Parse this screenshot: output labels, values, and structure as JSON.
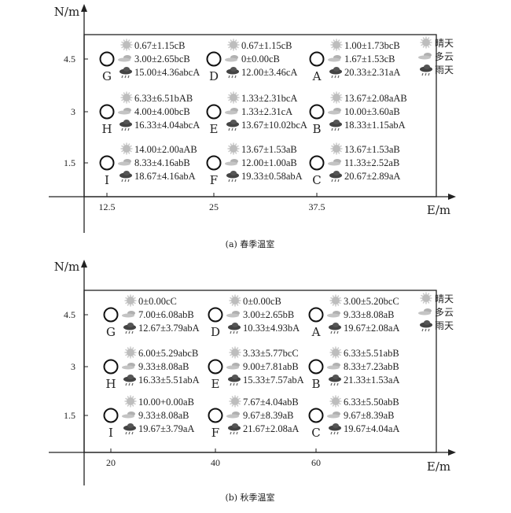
{
  "legend": {
    "sunny": "晴天",
    "cloudy": "多云",
    "rainy": "雨天"
  },
  "icons": {
    "sunny": "sun-icon",
    "cloudy": "cloud-icon",
    "rainy": "rain-cloud-icon"
  },
  "panels": [
    {
      "caption": "(a)  春季温室",
      "y_axis_label": "N/m",
      "x_axis_label": "E/m",
      "x_ticks": [
        "12.5",
        "25",
        "37.5"
      ],
      "y_ticks": [
        "4.5",
        "3",
        "1.5"
      ],
      "rows": [
        [
          {
            "label": "G",
            "sunny": "0.67±1.15cB",
            "cloudy": "3.00±2.65bcB",
            "rainy": "15.00±4.36abcA"
          },
          {
            "label": "D",
            "sunny": "0.67±1.15cB",
            "cloudy": "0±0.00cB",
            "rainy": "12.00±3.46cA"
          },
          {
            "label": "A",
            "sunny": "1.00±1.73bcB",
            "cloudy": "1.67±1.53cB",
            "rainy": "20.33±2.31aA"
          }
        ],
        [
          {
            "label": "H",
            "sunny": "6.33±6.51bAB",
            "cloudy": "4.00±4.00bcB",
            "rainy": "16.33±4.04abcA"
          },
          {
            "label": "E",
            "sunny": "1.33±2.31bcA",
            "cloudy": "1.33±2.31cA",
            "rainy": "13.67±10.02bcA"
          },
          {
            "label": "B",
            "sunny": "13.67±2.08aAB",
            "cloudy": "10.00±3.60aB",
            "rainy": "18.33±1.15abA"
          }
        ],
        [
          {
            "label": "I",
            "sunny": "14.00±2.00aAB",
            "cloudy": "8.33±4.16abB",
            "rainy": "18.67±4.16abA"
          },
          {
            "label": "F",
            "sunny": "13.67±1.53aB",
            "cloudy": "12.00±1.00aB",
            "rainy": "19.33±0.58abA"
          },
          {
            "label": "C",
            "sunny": "13.67±1.53aB",
            "cloudy": "11.33±2.52aB",
            "rainy": "20.67±2.89aA"
          }
        ]
      ]
    },
    {
      "caption": "(b)  秋季温室",
      "y_axis_label": "N/m",
      "x_axis_label": "E/m",
      "x_ticks": [
        "20",
        "40",
        "60"
      ],
      "y_ticks": [
        "4.5",
        "3",
        "1.5"
      ],
      "rows": [
        [
          {
            "label": "G",
            "sunny": "0±0.00cC",
            "cloudy": "7.00±6.08abB",
            "rainy": "12.67±3.79abA"
          },
          {
            "label": "D",
            "sunny": "0±0.00cB",
            "cloudy": "3.00±2.65bB",
            "rainy": "10.33±4.93bA"
          },
          {
            "label": "A",
            "sunny": "3.00±5.20bcC",
            "cloudy": "9.33±8.08aB",
            "rainy": "19.67±2.08aA"
          }
        ],
        [
          {
            "label": "H",
            "sunny": "6.00±5.29abcB",
            "cloudy": "9.33±8.08aB",
            "rainy": "16.33±5.51abA"
          },
          {
            "label": "E",
            "sunny": "3.33±5.77bcC",
            "cloudy": "9.00±7.81abB",
            "rainy": "15.33±7.57abA"
          },
          {
            "label": "B",
            "sunny": "6.33±5.51abB",
            "cloudy": "8.33±7.23abB",
            "rainy": "21.33±1.53aA"
          }
        ],
        [
          {
            "label": "I",
            "sunny": "10.00+0.00aB",
            "cloudy": "9.33±8.08aB",
            "rainy": "19.67±3.79aA"
          },
          {
            "label": "F",
            "sunny": "7.67±4.04abB",
            "cloudy": "9.67±8.39aB",
            "rainy": "21.67±2.08aA"
          },
          {
            "label": "C",
            "sunny": "6.33±5.50abB",
            "cloudy": "9.67±8.39aB",
            "rainy": "19.67±4.04aA"
          }
        ]
      ]
    }
  ]
}
